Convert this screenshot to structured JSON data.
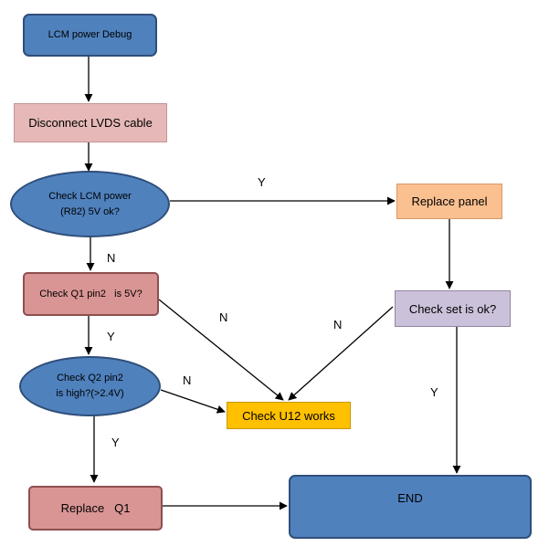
{
  "nodes": {
    "lcm_debug": "LCM power Debug",
    "disconnect": "Disconnect LVDS cable",
    "check_lcm_line1": "Check LCM power",
    "check_lcm_line2": "(R82) 5V ok?",
    "replace_panel": "Replace panel",
    "check_q1": "Check Q1 pin2   is 5V?",
    "check_set": "Check set is ok?",
    "check_q2_line1": "Check Q2 pin2",
    "check_q2_line2": "is high?(>2.4V)",
    "check_u12": "Check U12 works",
    "replace_q1": "Replace   Q1",
    "end": "END"
  },
  "edge_labels": {
    "lcm_to_panel": "Y",
    "lcm_to_q1": "N",
    "q1_to_u12": "N",
    "set_to_u12": "N",
    "q1_to_q2": "Y",
    "q2_to_u12": "N",
    "set_to_end": "Y",
    "q2_to_replace_q1": "Y"
  },
  "colors": {
    "blue_fill": "#4f81bd",
    "blue_border": "#2f4e7a",
    "pink_fill": "#e6b9b8",
    "rose_fill": "#d99594",
    "peach_fill": "#fac090",
    "lavender_fill": "#ccc1da",
    "yellow_fill": "#ffc000"
  }
}
